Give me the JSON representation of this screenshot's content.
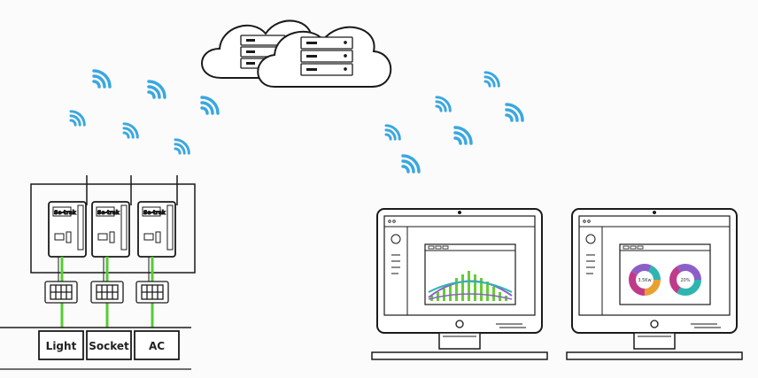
{
  "devices": [
    {
      "label": "Se-trak"
    },
    {
      "label": "Se-trak"
    },
    {
      "label": "Se-trak"
    }
  ],
  "loads": [
    {
      "label": "Light"
    },
    {
      "label": "Socket"
    },
    {
      "label": "AC"
    }
  ],
  "donut_left": {
    "center_label": "3.5Kw"
  },
  "donut_right": {
    "center_label": "20%"
  },
  "colors": {
    "wifi": "#3aa7e0",
    "green": "#55cc33",
    "purple": "#8c5fc8",
    "teal": "#2fb5b0",
    "outline": "#1a1a1a"
  }
}
